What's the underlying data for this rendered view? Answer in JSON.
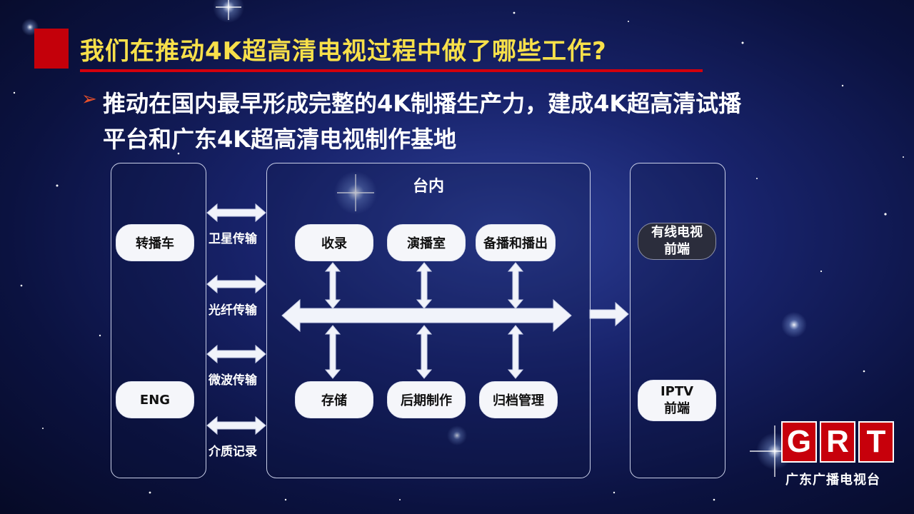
{
  "slide": {
    "title": "我们在推动4K超高清电视过程中做了哪些工作?",
    "bullet_symbol": "➢",
    "bullet_line1": "推动在国内最早形成完整的4K制播生产力，建成4K超高清试播",
    "bullet_line2": "平台和广东4K超高清电视制作基地"
  },
  "diagram": {
    "left_panel": {
      "nodes": [
        "转播车",
        "ENG"
      ]
    },
    "links": [
      "卫星传输",
      "光纤传输",
      "微波传输",
      "介质记录"
    ],
    "center_panel": {
      "title": "台内",
      "top_nodes": [
        "收录",
        "演播室",
        "备播和播出"
      ],
      "bottom_nodes": [
        "存储",
        "后期制作",
        "归档管理"
      ]
    },
    "right_panel": {
      "nodes": [
        {
          "line1": "有线电视",
          "line2": "前端"
        },
        {
          "line1": "IPTV",
          "line2": "前端"
        }
      ]
    }
  },
  "logo": {
    "letters": [
      "G",
      "R",
      "T"
    ],
    "subtitle": "广东广播电视台"
  },
  "colors": {
    "title_text": "#f8e04a",
    "accent_red": "#c4000a",
    "arrow": "#f1f3fa"
  }
}
